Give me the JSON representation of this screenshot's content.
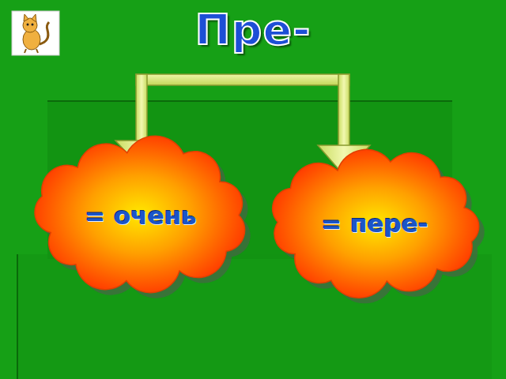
{
  "diagram": {
    "title": "Пре-",
    "nodes": [
      {
        "text": [
          "= очень"
        ]
      },
      {
        "text": [
          "= пере-"
        ]
      }
    ]
  }
}
